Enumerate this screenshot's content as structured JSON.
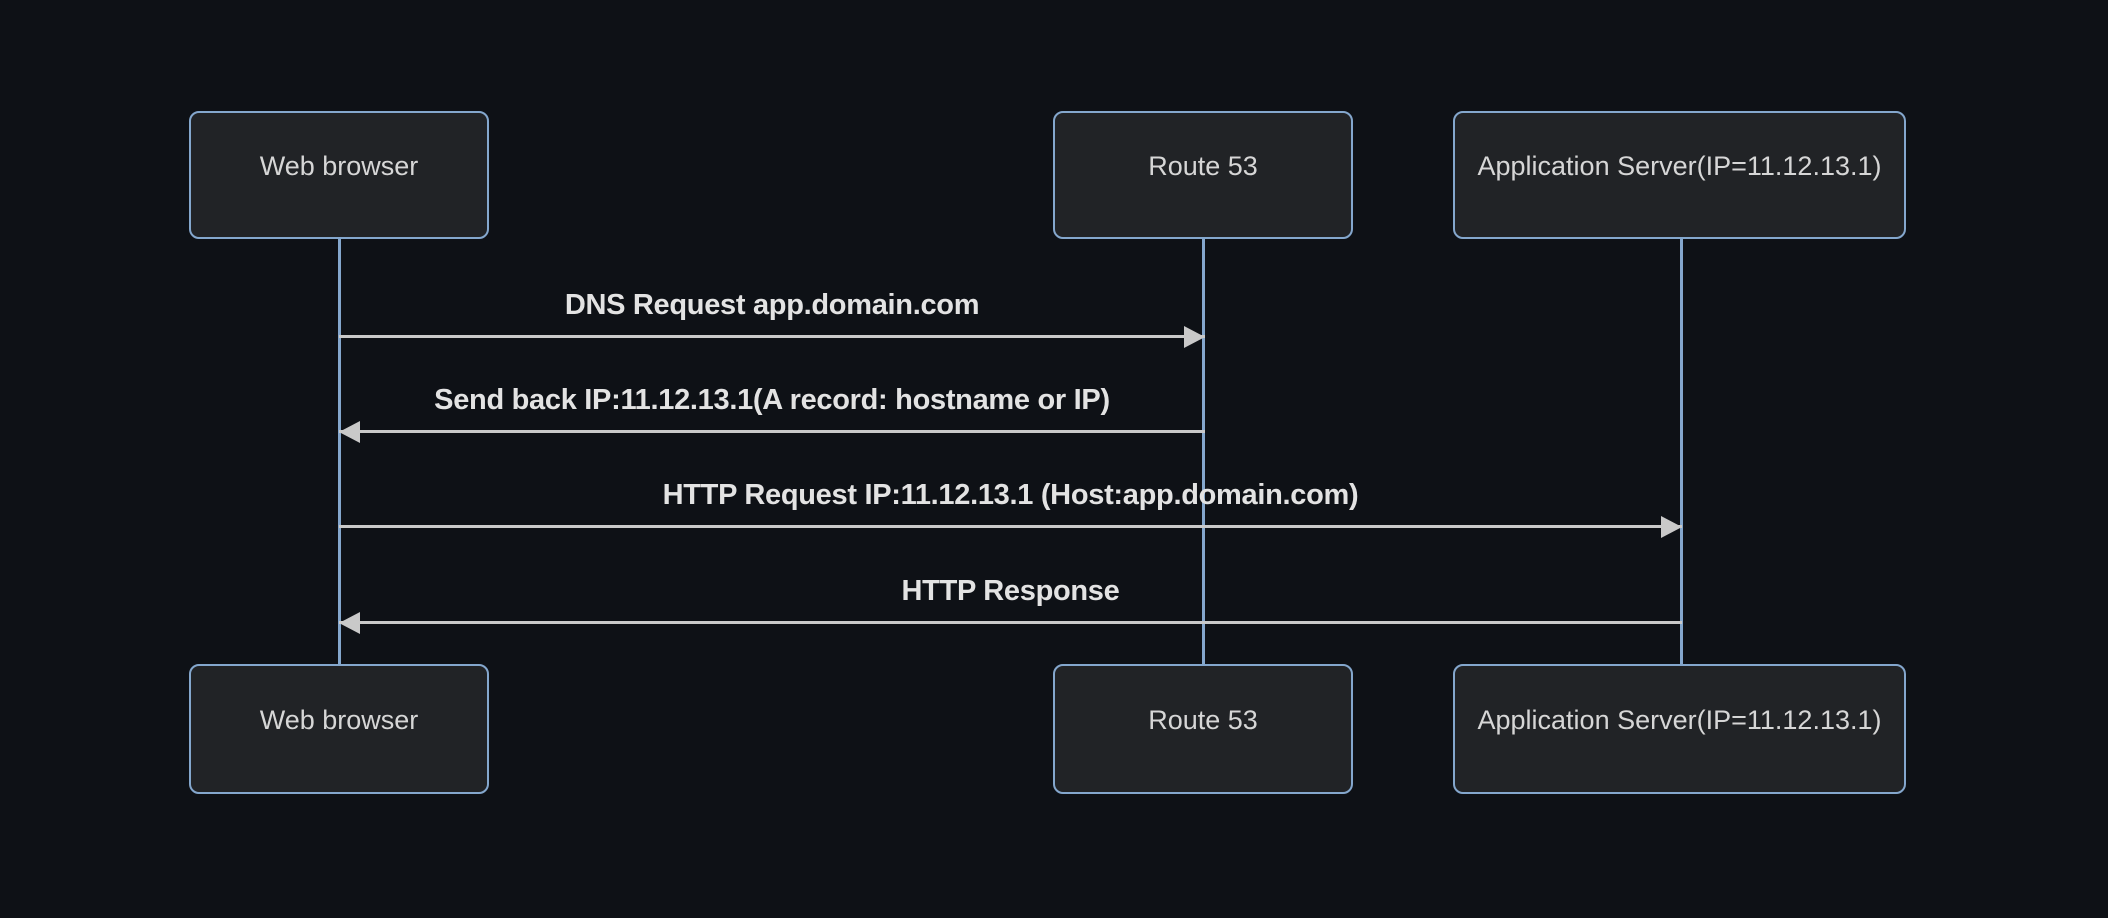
{
  "diagram": {
    "type": "sequence",
    "actors": [
      {
        "id": "web-browser",
        "label": "Web browser"
      },
      {
        "id": "route-53",
        "label": "Route 53"
      },
      {
        "id": "app-server",
        "label": "Application Server(IP=11.12.13.1)"
      }
    ],
    "messages": [
      {
        "from": "web-browser",
        "to": "route-53",
        "direction": "right",
        "label": "DNS Request app.domain.com"
      },
      {
        "from": "route-53",
        "to": "web-browser",
        "direction": "left",
        "label": "Send back IP:11.12.13.1(A record: hostname or IP)"
      },
      {
        "from": "web-browser",
        "to": "app-server",
        "direction": "right",
        "label": "HTTP Request IP:11.12.13.1 (Host:app.domain.com)"
      },
      {
        "from": "app-server",
        "to": "web-browser",
        "direction": "left",
        "label": "HTTP Response"
      }
    ]
  },
  "colors": {
    "background": "#0e1116",
    "actor_fill": "#212326",
    "actor_border": "#84a7cd",
    "lifeline": "#84a7cd",
    "arrow": "#c9c9c9",
    "actor_text": "#d6d6d6",
    "message_text": "#e3e3e3"
  }
}
